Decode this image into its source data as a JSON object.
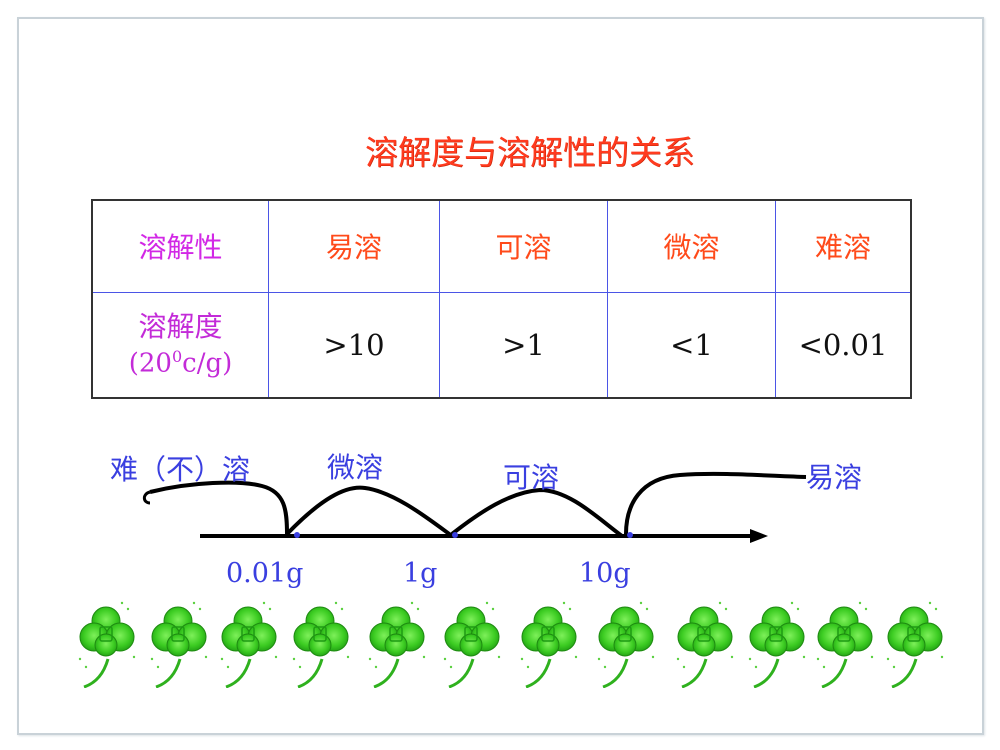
{
  "title": "溶解度与溶解性的关系",
  "table": {
    "row1": {
      "header": "溶解性",
      "cells": [
        "易溶",
        "可溶",
        "微溶",
        "难溶"
      ]
    },
    "row2": {
      "header_line1": "溶解度",
      "header_line2_prefix": "(20",
      "header_line2_sup": "0",
      "header_line2_suffix": "c/g)",
      "cells": [
        ">10",
        ">1",
        "<1",
        "<0.01"
      ]
    }
  },
  "diagram": {
    "regions": [
      {
        "label": "难（不）溶"
      },
      {
        "label": "微溶"
      },
      {
        "label": "可溶"
      },
      {
        "label": "易溶"
      }
    ],
    "ticks": [
      "0.01g",
      "1g",
      "10g"
    ]
  },
  "decoration": {
    "clover_count": 12,
    "colors": {
      "title": "#ff3b1f",
      "row_header": "#d228e6",
      "category": "#ff4a1a",
      "diagram_text": "#3a3fe0",
      "clover": "#33cc22"
    }
  }
}
